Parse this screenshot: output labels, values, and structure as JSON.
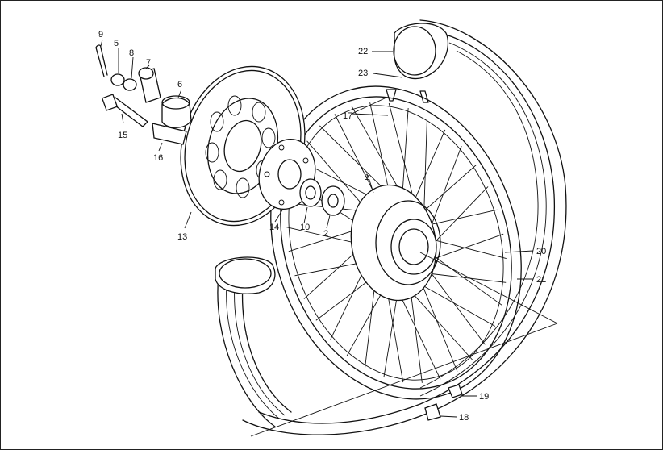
{
  "diagram": {
    "callouts": [
      {
        "id": "1",
        "text": "1"
      },
      {
        "id": "2",
        "text": "2"
      },
      {
        "id": "5",
        "text": "5"
      },
      {
        "id": "6",
        "text": "6"
      },
      {
        "id": "7",
        "text": "7"
      },
      {
        "id": "8",
        "text": "8"
      },
      {
        "id": "9",
        "text": "9"
      },
      {
        "id": "10",
        "text": "10"
      },
      {
        "id": "13",
        "text": "13"
      },
      {
        "id": "14",
        "text": "14"
      },
      {
        "id": "15",
        "text": "15"
      },
      {
        "id": "16",
        "text": "16"
      },
      {
        "id": "17",
        "text": "17"
      },
      {
        "id": "18",
        "text": "18"
      },
      {
        "id": "19",
        "text": "19"
      },
      {
        "id": "20",
        "text": "20"
      },
      {
        "id": "21",
        "text": "21"
      },
      {
        "id": "22",
        "text": "22"
      },
      {
        "id": "23",
        "text": "23"
      }
    ]
  }
}
